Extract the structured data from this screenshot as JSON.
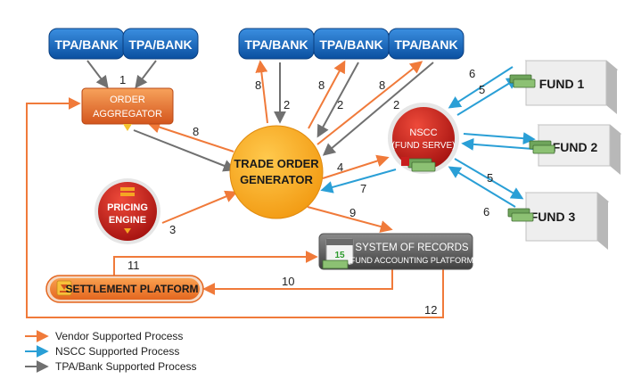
{
  "tpa_bank_boxes": [
    "TPA/BANK",
    "TPA/BANK",
    "TPA/BANK",
    "TPA/BANK",
    "TPA/BANK"
  ],
  "order_aggregator": {
    "line1": "ORDER",
    "line2": "AGGREGATOR"
  },
  "trade_order_generator": {
    "line1": "TRADE ORDER",
    "line2": "GENERATOR"
  },
  "pricing_engine": {
    "line1": "PRICING",
    "line2": "ENGINE"
  },
  "nscc": {
    "line1": "NSCC",
    "line2": "(FUND SERVE)"
  },
  "system_of_records": {
    "line1": "SYSTEM OF RECORDS",
    "line2": "(FUND ACCOUNTING PLATFORM)",
    "calendar_day": "15"
  },
  "settlement_platform": {
    "label": "SETTLEMENT PLATFORM"
  },
  "funds": [
    "FUND 1",
    "FUND 2",
    "FUND 3"
  ],
  "step_numbers": {
    "n1": "1",
    "n2a": "2",
    "n2b": "2",
    "n2c": "2",
    "n3": "3",
    "n4": "4",
    "n5a": "5",
    "n5b": "5",
    "n6a": "6",
    "n6b": "6",
    "n7": "7",
    "n8a": "8",
    "n8b": "8",
    "n8c": "8",
    "n8d": "8",
    "n9": "9",
    "n10": "10",
    "n11": "11",
    "n12": "12"
  },
  "legend": [
    {
      "label": "Vendor Supported Process",
      "color": "#f07a3a"
    },
    {
      "label": "NSCC Supported Process",
      "color": "#2a9fd6"
    },
    {
      "label": "TPA/Bank Supported Process",
      "color": "#707070"
    }
  ],
  "colors": {
    "vendor": "#f07a3a",
    "nscc": "#2a9fd6",
    "tpa": "#707070",
    "tpa_box": "#0d5fb8",
    "orange_node": "#f5a623",
    "red_node": "#c81e1e"
  }
}
